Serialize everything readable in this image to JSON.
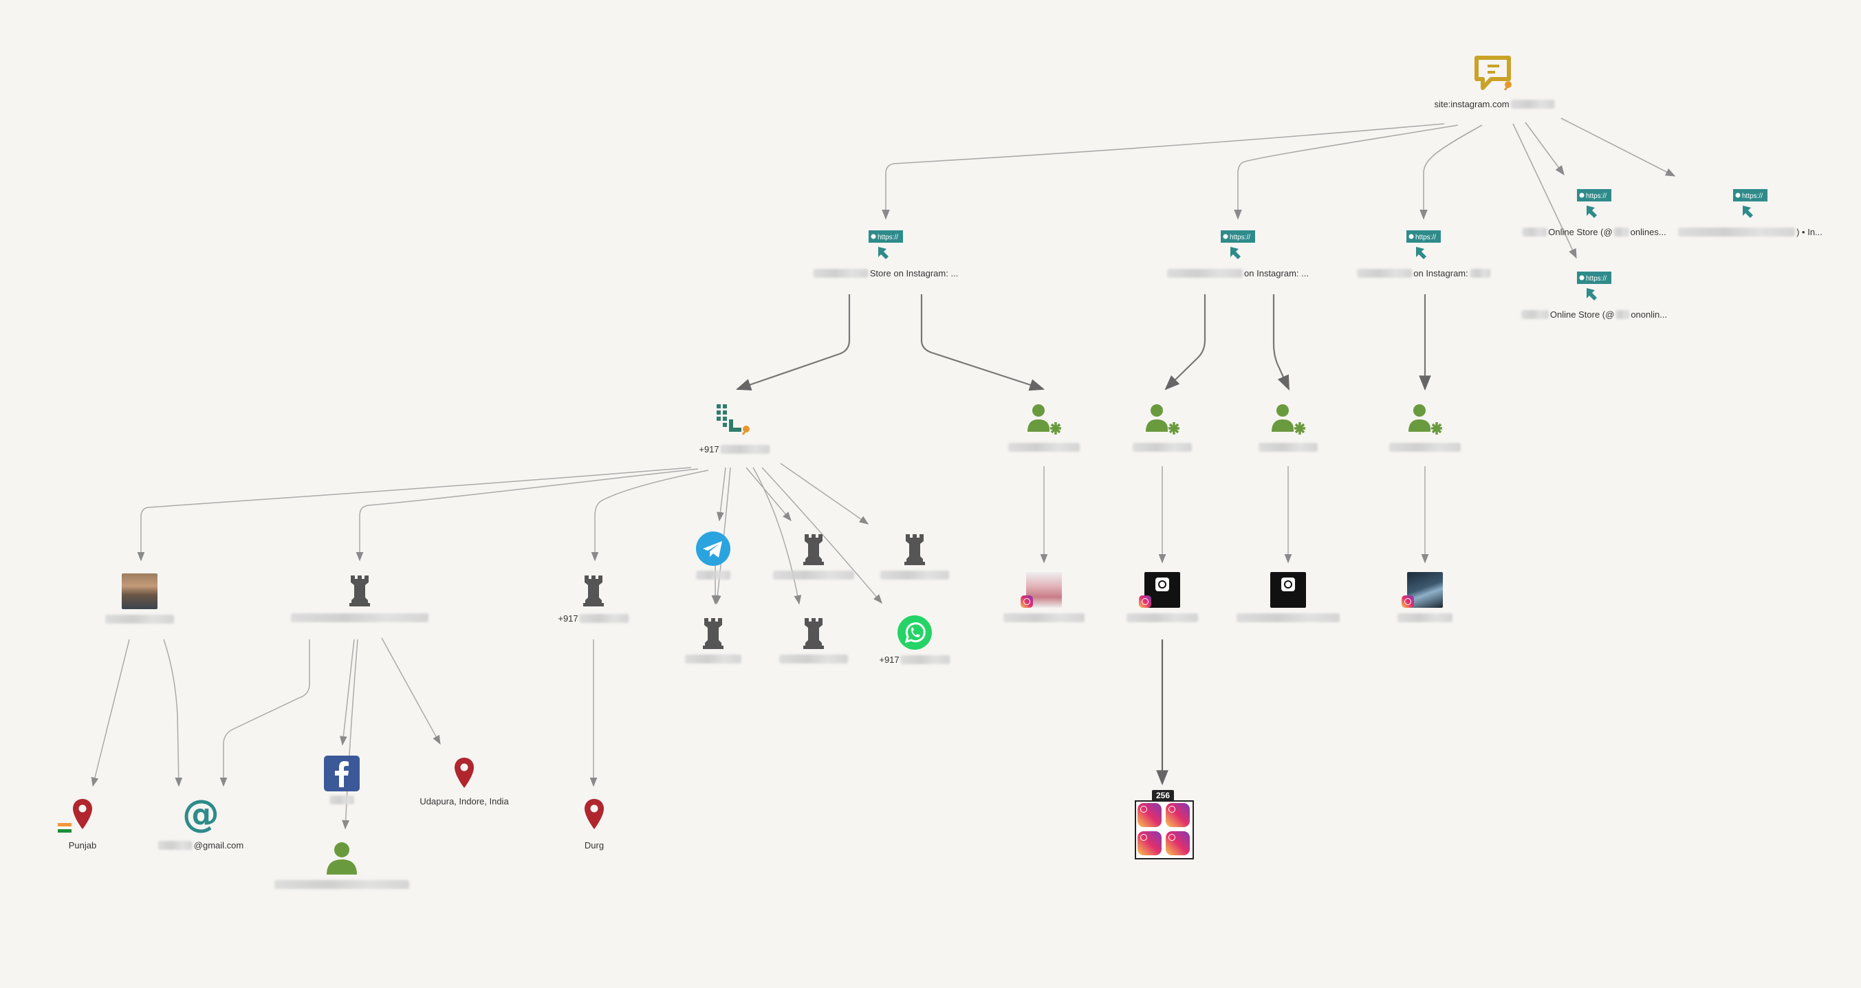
{
  "root": {
    "label": "site:instagram.com"
  },
  "websites": [
    {
      "id": "w1",
      "label": "Store on Instagram: ..."
    },
    {
      "id": "w2",
      "label": "on Instagram: ..."
    },
    {
      "id": "w3",
      "label": "on Instagram:"
    },
    {
      "id": "w4",
      "label": "Online Store (@",
      "label2": "onlines..."
    },
    {
      "id": "w5",
      "label": "Online Store (@",
      "label2": "ononlin..."
    },
    {
      "id": "w6",
      "label": ") • In..."
    }
  ],
  "phone": {
    "label": "+917"
  },
  "entities": {
    "phone2": "+917",
    "whatsapp_phone": "+917",
    "email": "@gmail.com",
    "loc_punjab": "Punjab",
    "loc_udapura": "Udapura, Indore, India",
    "loc_durg": "Durg"
  },
  "instagram_group": {
    "count": "256"
  },
  "colors": {
    "teal": "#2e8b8a",
    "green_person": "#6a9a3e",
    "gold": "#c9a227",
    "pin": "#b0252e",
    "facebook": "#3b5998",
    "whatsapp": "#25d366",
    "telegram": "#2aa3df",
    "edge": "#aaaaaa"
  },
  "icons": {
    "root": "speech-bubble-pin-icon",
    "website": "https-website-icon",
    "phone": "phone-keypad-icon",
    "alias": "person-alias-icon",
    "chess": "rook-icon",
    "location": "map-pin-icon",
    "email": "at-sign-icon",
    "facebook": "facebook-icon",
    "whatsapp": "whatsapp-icon",
    "telegram": "telegram-icon",
    "person": "person-icon",
    "instagram": "instagram-icon"
  }
}
